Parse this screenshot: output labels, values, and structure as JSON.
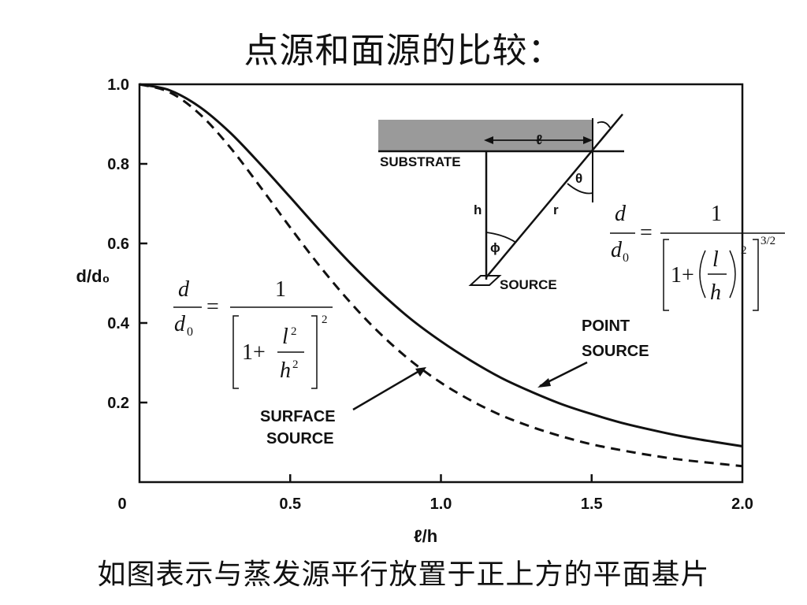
{
  "title": "点源和面源的比较：",
  "caption": "如图表示与蒸发源平行放置于正上方的平面基片",
  "chart_data": {
    "type": "line",
    "xlabel": "ℓ/h",
    "ylabel": "d/d₀",
    "xlim": [
      0,
      2.0
    ],
    "ylim": [
      0,
      1.0
    ],
    "x_ticks": [
      "0",
      "0.5",
      "1.0",
      "1.5",
      "2.0"
    ],
    "y_ticks": [
      "0.2",
      "0.4",
      "0.6",
      "0.8",
      "1.0"
    ],
    "x_tick_values": [
      0,
      0.5,
      1.0,
      1.5,
      2.0
    ],
    "y_tick_values": [
      0.2,
      0.4,
      0.6,
      0.8,
      1.0
    ],
    "grid": false,
    "x": [
      0,
      0.1,
      0.2,
      0.3,
      0.4,
      0.5,
      0.6,
      0.7,
      0.8,
      0.9,
      1.0,
      1.1,
      1.2,
      1.3,
      1.4,
      1.5,
      1.6,
      1.7,
      1.8,
      1.9,
      2.0
    ],
    "series": [
      {
        "name": "POINT SOURCE",
        "style": "solid",
        "values": [
          1.0,
          0.985,
          0.943,
          0.879,
          0.8,
          0.716,
          0.631,
          0.55,
          0.476,
          0.41,
          0.354,
          0.305,
          0.262,
          0.227,
          0.196,
          0.171,
          0.149,
          0.131,
          0.115,
          0.102,
          0.09
        ]
      },
      {
        "name": "SURFACE SOURCE",
        "style": "dashed",
        "values": [
          1.0,
          0.98,
          0.925,
          0.842,
          0.743,
          0.64,
          0.541,
          0.451,
          0.372,
          0.305,
          0.25,
          0.205,
          0.168,
          0.139,
          0.115,
          0.095,
          0.08,
          0.067,
          0.056,
          0.048,
          0.04
        ]
      }
    ],
    "annotations": {
      "point_source": [
        "POINT",
        "SOURCE"
      ],
      "surface_source": [
        "SURFACE",
        "SOURCE"
      ]
    },
    "equations": {
      "surface": {
        "lhs_num": "d",
        "lhs_den": "d",
        "lhs_den_sub": "0",
        "eq": "=",
        "rhs_num": "1",
        "one_plus": "1+",
        "frac_num": "l",
        "frac_num_sup": "2",
        "frac_den": "h",
        "frac_den_sup": "2",
        "exponent": "2"
      },
      "point": {
        "lhs_num": "d",
        "lhs_den": "d",
        "lhs_den_sub": "0",
        "eq": "=",
        "rhs_num": "1",
        "one_plus": "1+",
        "frac_num": "l",
        "frac_den": "h",
        "inner_exponent": "2",
        "exponent": "3/2"
      }
    },
    "diagram": {
      "substrate": "SUBSTRATE",
      "source": "SOURCE",
      "h": "h",
      "r": "r",
      "l": "ℓ",
      "phi": "ϕ",
      "theta": "θ"
    }
  }
}
